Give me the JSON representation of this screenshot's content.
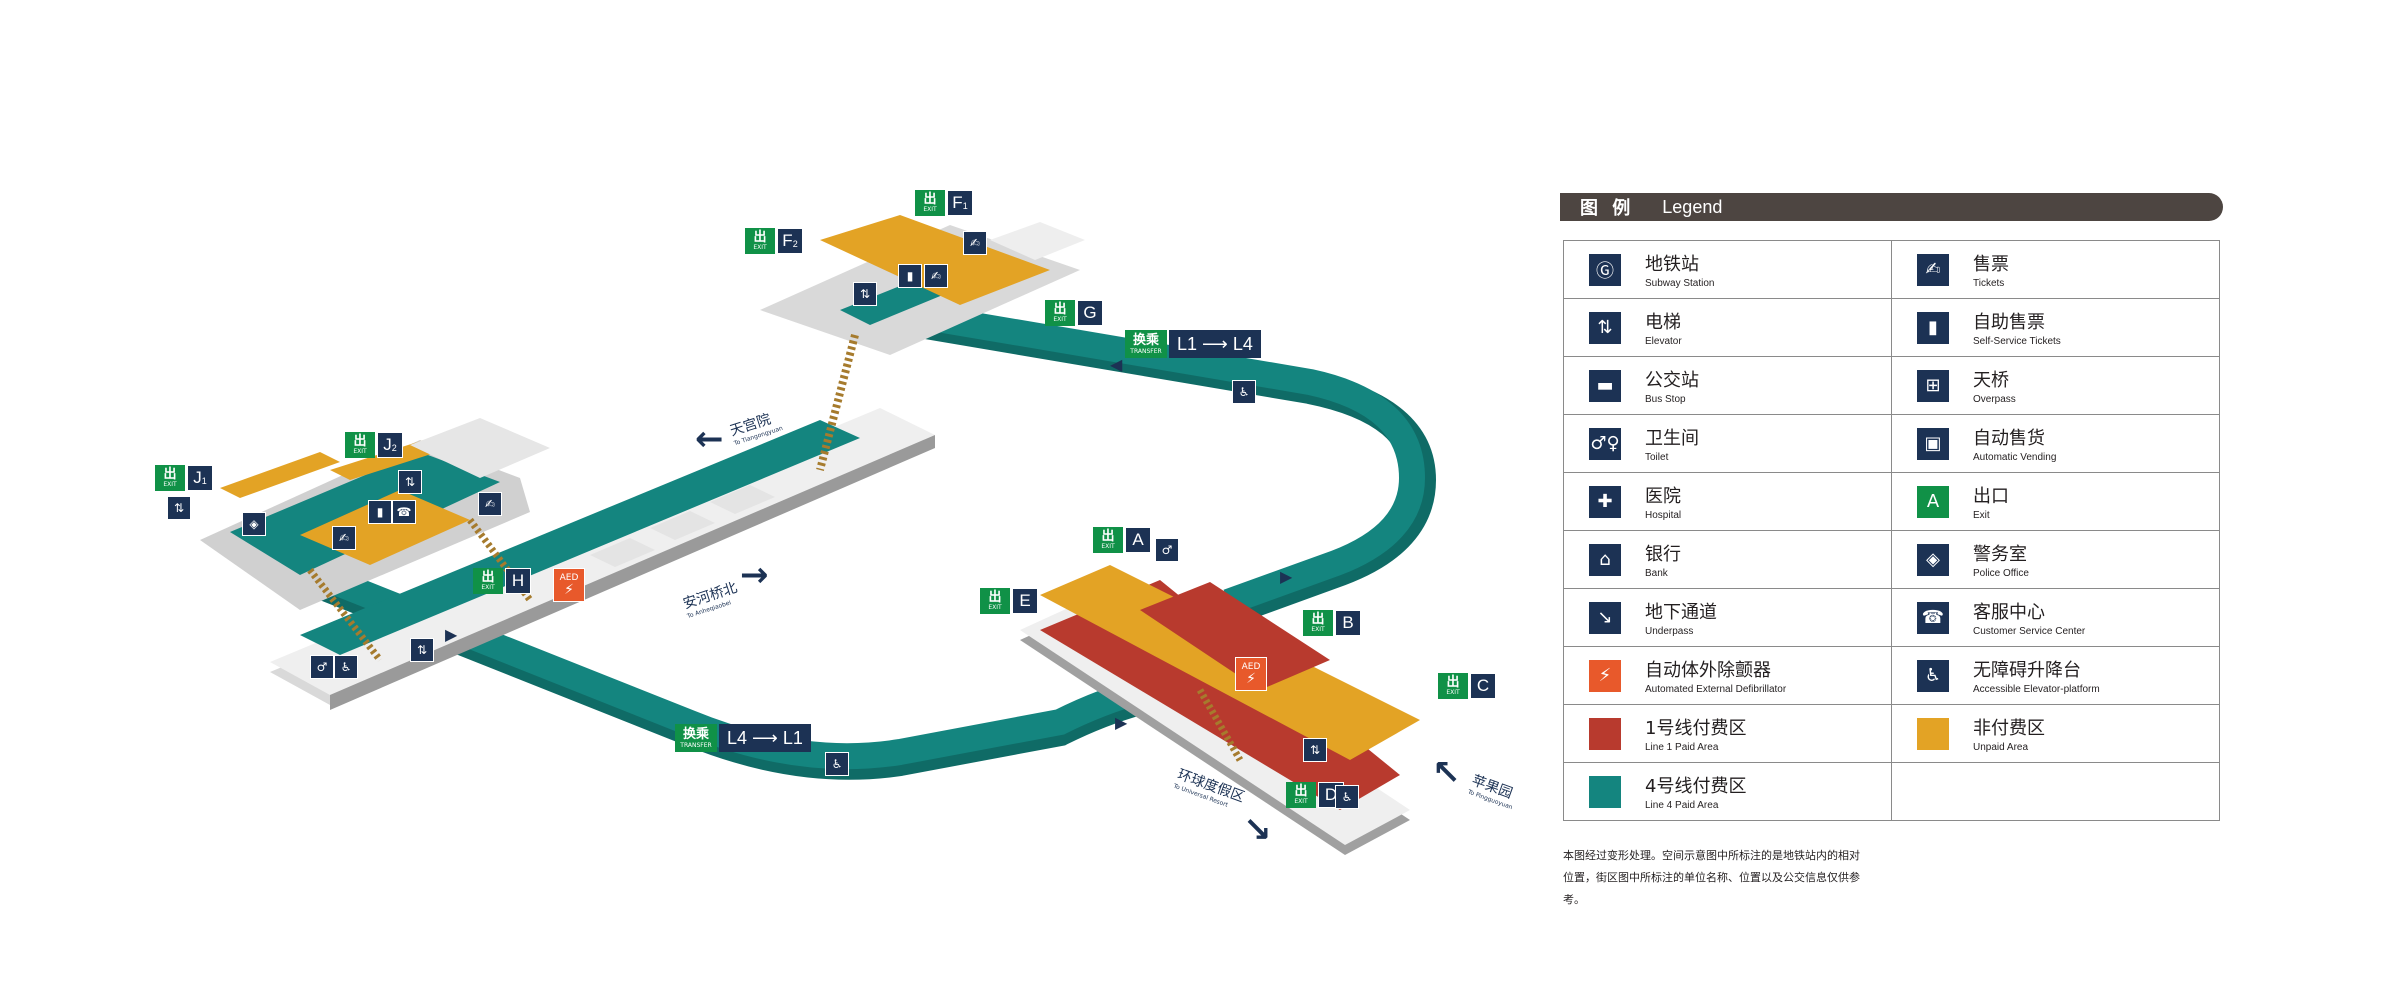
{
  "colors": {
    "line1_paid": "#b83a2e",
    "line4_paid": "#14857f",
    "unpaid": "#e3a325",
    "platform_gray": "#dddddd",
    "sign_navy": "#1c3254",
    "exit_green": "#109147",
    "aed_orange": "#e8592b"
  },
  "exit_sign": {
    "zh": "出",
    "en": "EXIT"
  },
  "transfer_sign": {
    "zh": "换乘",
    "en": "TRANSFER"
  },
  "exits": {
    "F1": {
      "letter": "F",
      "sub": "1"
    },
    "F2": {
      "letter": "F",
      "sub": "2"
    },
    "G": {
      "letter": "G",
      "sub": ""
    },
    "J1": {
      "letter": "J",
      "sub": "1"
    },
    "J2": {
      "letter": "J",
      "sub": "2"
    },
    "H": {
      "letter": "H",
      "sub": ""
    },
    "A": {
      "letter": "A",
      "sub": ""
    },
    "B": {
      "letter": "B",
      "sub": ""
    },
    "C": {
      "letter": "C",
      "sub": ""
    },
    "D": {
      "letter": "D",
      "sub": ""
    },
    "E": {
      "letter": "E",
      "sub": ""
    }
  },
  "transfers": {
    "to_l4": "L1 ⟶ L4",
    "to_l1": "L4 ⟶ L1"
  },
  "aed": {
    "label": "AED"
  },
  "directions": {
    "tiangongyuan": {
      "zh": "天宫院",
      "en": "To Tiangongyuan"
    },
    "anheqiaobei": {
      "zh": "安河桥北",
      "en": "To Anheqiaobei"
    },
    "huanqiu": {
      "zh": "环球度假区",
      "en": "To Universal Resort"
    },
    "pingguoyuan": {
      "zh": "苹果园",
      "en": "To Pingguoyuan"
    }
  },
  "legend": {
    "title_zh": "图 例",
    "title_en": "Legend",
    "rows": [
      [
        {
          "icon": "subway-station-icon",
          "glyph": "Ⓖ",
          "zh": "地铁站",
          "en": "Subway Station"
        },
        {
          "icon": "tickets-icon",
          "glyph": "✍",
          "zh": "售票",
          "en": "Tickets"
        }
      ],
      [
        {
          "icon": "elevator-icon",
          "glyph": "⇅",
          "zh": "电梯",
          "en": "Elevator"
        },
        {
          "icon": "self-service-tickets-icon",
          "glyph": "▮",
          "zh": "自助售票",
          "en": "Self-Service Tickets"
        }
      ],
      [
        {
          "icon": "bus-stop-icon",
          "glyph": "▬",
          "zh": "公交站",
          "en": "Bus Stop"
        },
        {
          "icon": "overpass-icon",
          "glyph": "⊞",
          "zh": "天桥",
          "en": "Overpass"
        }
      ],
      [
        {
          "icon": "toilet-icon",
          "glyph": "♂♀",
          "zh": "卫生间",
          "en": "Toilet"
        },
        {
          "icon": "automatic-vending-icon",
          "glyph": "▣",
          "zh": "自动售货",
          "en": "Automatic Vending"
        }
      ],
      [
        {
          "icon": "hospital-icon",
          "glyph": "✚",
          "zh": "医院",
          "en": "Hospital"
        },
        {
          "icon": "exit-icon",
          "glyph": "A",
          "zh": "出口",
          "en": "Exit"
        }
      ],
      [
        {
          "icon": "bank-icon",
          "glyph": "⌂",
          "zh": "银行",
          "en": "Bank"
        },
        {
          "icon": "police-office-icon",
          "glyph": "◈",
          "zh": "警务室",
          "en": "Police Office"
        }
      ],
      [
        {
          "icon": "underpass-icon",
          "glyph": "↘",
          "zh": "地下通道",
          "en": "Underpass"
        },
        {
          "icon": "customer-service-icon",
          "glyph": "☎",
          "zh": "客服中心",
          "en": "Customer Service Center"
        }
      ],
      [
        {
          "icon": "aed-icon",
          "glyph": "⚡",
          "zh": "自动体外除颤器",
          "en": "Automated External Defibrillator"
        },
        {
          "icon": "accessible-platform-icon",
          "glyph": "♿",
          "zh": "无障碍升降台",
          "en": "Accessible Elevator-platform"
        }
      ],
      [
        {
          "swatch": "#b83a2e",
          "zh": "1号线付费区",
          "en": "Line 1 Paid Area"
        },
        {
          "swatch": "#e3a325",
          "zh": "非付费区",
          "en": "Unpaid Area"
        }
      ],
      [
        {
          "swatch": "#14857f",
          "zh": "4号线付费区",
          "en": "Line 4 Paid Area"
        },
        {
          "empty": true
        }
      ]
    ]
  },
  "note": "本图经过变形处理。空间示意图中所标注的是地铁站内的相对位置，街区图中所标注的单位名称、位置以及公交信息仅供参考。"
}
